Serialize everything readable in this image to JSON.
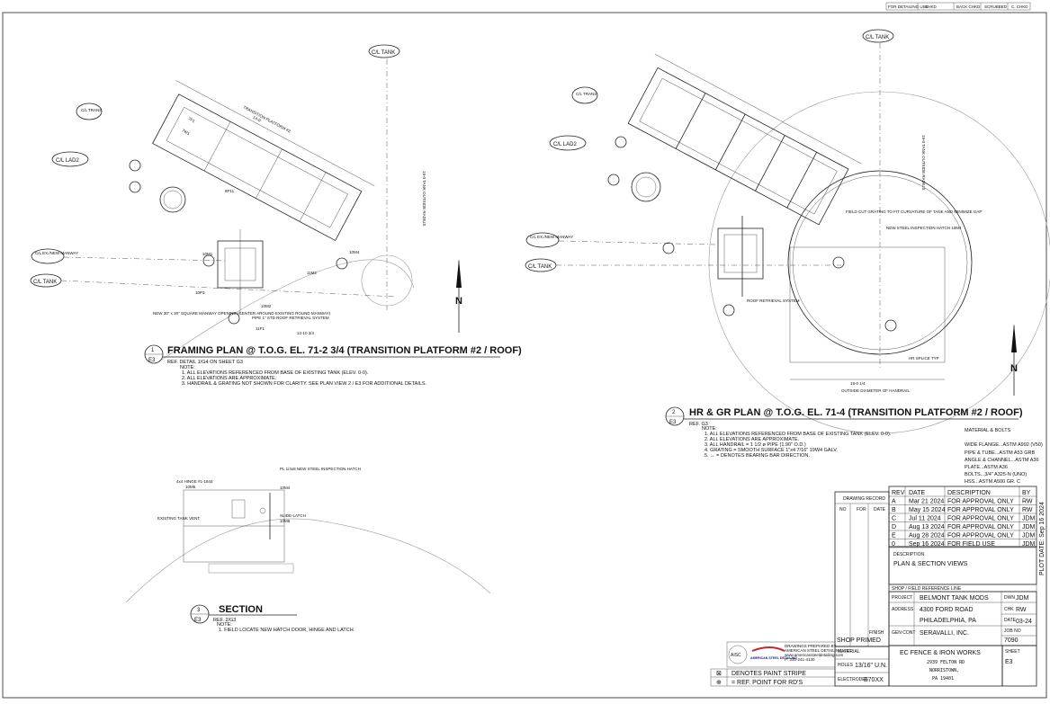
{
  "top_strip": [
    "FOR DETAILING USE",
    "CHKD",
    "BACK CHKD",
    "SCRUBBED",
    "C. CHKD"
  ],
  "tank_labels": {
    "cl_tank": "C/L TANK",
    "cl_lad2": "C/L LAD2",
    "cl_trans": "C/L TRANS PLATFORM #2",
    "cl_ex_manway": "C/L EX./NEW MANWAY"
  },
  "north": "N",
  "view1": {
    "num": "1",
    "sheet": "E3",
    "title": "FRAMING PLAN @ T.O.G. EL. 71-2 3/4 (TRANSITION PLATFORM #2 / ROOF)",
    "ref": "REF. DETAIL 1/G4 ON SHEET G3",
    "note_head": "NOTE:",
    "notes": [
      "1. ALL ELEVATIONS REFERENCED FROM BASE OF EXISTING TANK (ELEV. 0-0).",
      "2. ALL ELEVATIONS ARE APPROXIMATE.",
      "3. HANDRAIL & GRATING NOT SHOWN FOR CLARITY. SEE PLAN VIEW 2 / E3 FOR ADDITIONAL DETAILS."
    ],
    "callouts": [
      "7F1",
      "7W1",
      "8P11",
      "10M1",
      "10P3",
      "10M2",
      "11F1",
      "11M2",
      "10M4",
      "TRANSITION PLATFORM #2",
      "14-0",
      "19-0 TANK OUTSIDE RADIUS",
      "PIPE 1\" STD ROOF RETRIEVAL SYSTEM",
      "NEW 30\" x 30\" SQUARE MANWAY OPENING (CENTER AROUND EXISTING ROUND MANWAY)",
      "12-10 3/4"
    ]
  },
  "view2": {
    "num": "2",
    "sheet": "E3",
    "title": "HR & GR PLAN @ T.O.G. EL. 71-4 (TRANSITION PLATFORM #2 / ROOF)",
    "ref": "REF. G3",
    "note_head": "NOTE:",
    "notes": [
      "1. ALL ELEVATIONS REFERENCED FROM BASE OF EXISTING TANK (ELEV. 0-0).",
      "2. ALL ELEVATIONS ARE APPROXIMATE.",
      "3. ALL HANDRAIL = 1 1/2 ø PIPE (1.90\" O.D.)",
      "4. GRATING = SMOOTH SURFACE 1\"x4 7/16\" 19W4 GALV.",
      "5. → = DENOTES BEARING BAR DIRECTION."
    ],
    "callouts": [
      "19-0 TANK OUTSIDE RADIUS",
      "FIELD CUT GRATING TO FIT CURVATURE OF TANK AND MINIMIZE GAP",
      "NEW STEEL INSPECTION HATCH 10M4",
      "HR SPLICE TYP",
      "18-0 1/4",
      "OUTSIDE DIAMETER OF HANDRAIL",
      "ROOF RETRIEVAL SYSTEM"
    ]
  },
  "view3": {
    "num": "3",
    "sheet": "E3",
    "title": "SECTION",
    "ref": "REF. 2/G3",
    "note_head": "NOTE:",
    "notes": [
      "1. FIELD LOCATE NEW HATCH DOOR, HINGE AND LATCH."
    ],
    "callouts": [
      "4x4 HINGE #1-1844",
      "10M5",
      "PL 1/4x8 NEW STEEL INSPECTION HATCH",
      "10M4",
      "SLIDE-LATCH",
      "10M6",
      "EXISTING TANK VENT"
    ]
  },
  "materials": {
    "title": "MATERIAL & BOLTS",
    "items": [
      "WIDE FLANGE...ASTM A992 (V50)",
      "PIPE & TUBE...ASTM A53 GRB",
      "ANGLE & CHANNEL...ASTM A36",
      "PLATE...ASTM A36",
      "BOLTS...3/4\" A325-N (UNO)",
      "HSS...ASTM A500 GR. C"
    ]
  },
  "drawing_record": {
    "title": "DRAWING RECORD",
    "cols": [
      "NO",
      "FOR",
      "DATE"
    ]
  },
  "revisions": {
    "headers": [
      "REV",
      "DATE",
      "DESCRIPTION",
      "BY"
    ],
    "rows": [
      [
        "A",
        "Mar 21 2024",
        "FOR APPROVAL ONLY",
        "RW"
      ],
      [
        "B",
        "May 15 2024",
        "FOR APPROVAL ONLY",
        "RW"
      ],
      [
        "C",
        "Jul 11 2024",
        "FOR APPROVAL ONLY",
        "JDM"
      ],
      [
        "D",
        "Aug 13 2024",
        "FOR APPROVAL ONLY",
        "JDM"
      ],
      [
        "E",
        "Aug 28 2024",
        "FOR APPROVAL ONLY",
        "JDM"
      ],
      [
        "0",
        "Sep 16 2024",
        "FOR FIELD USE",
        "JDM"
      ]
    ]
  },
  "plot_date": "PLOT DATE: Sep 16 2024",
  "title_block": {
    "desc_label": "DESCRIPTION",
    "description": "PLAN & SECTION VIEWS",
    "shop_ref": "SHOP / FIELD REFERENCE LINE",
    "project_label": "PROJECT",
    "project": "BELMONT TANK MODS",
    "address_label": "ADDRESS",
    "address1": "4300 FORD ROAD",
    "address2": "PHILADELPHIA, PA",
    "gc_label": "GEN CONT",
    "gc": "SERAVALLI, INC.",
    "dwn_label": "DWN",
    "dwn": "JDM",
    "chk_label": "CHK",
    "chk": "RW",
    "date_label": "DATE",
    "date": "03-24",
    "job_label": "JOB NO",
    "job": "7090",
    "finish_label": "FINISH",
    "finish": "SHOP PRIMED",
    "material_label": "MATERIAL",
    "holes_label": "HOLES",
    "holes": "13/16\" U.N.",
    "electrodes_label": "ELECTRODES",
    "electrodes": "E70XX",
    "company": "EC FENCE & IRON WORKS",
    "company_addr": [
      "2939 FELTON RD",
      "NORRISTOWN,",
      "PA 19401"
    ],
    "sheet_label": "SHEET",
    "sheet": "E3",
    "prepared": [
      "DRAWINGS PREPARED BY",
      "AMERICAN STEEL DETAILING, LLC",
      "www.americansteeldetailing.com",
      "P: 330-241-4130"
    ],
    "aisc": "AISC",
    "logo": "AMERICAN STEEL DETAILING",
    "legend1_sym": "⊠",
    "legend1": "DENOTES PAINT STRIPE",
    "legend2_sym": "⊕",
    "legend2": "= REF. POINT FOR RD'S"
  }
}
